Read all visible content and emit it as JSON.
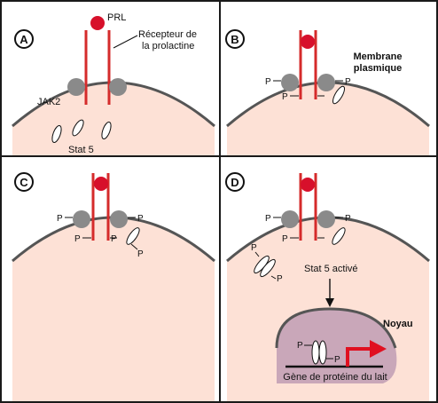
{
  "colors": {
    "cell": "#fde1d6",
    "membrane": "#555555",
    "receptor": "#d52b2b",
    "prl": "#d7102b",
    "jak2": "#8a8a8a",
    "nucleus": "#c9a7b9",
    "arrow": "#e01020",
    "frame": "#1a1a1a"
  },
  "labels": {
    "prl": "PRL",
    "receptor_line1": "Récepteur de",
    "receptor_line2": "la prolactine",
    "membrane_line1": "Membrane",
    "membrane_line2": "plasmique",
    "jak2": "JAK2",
    "stat5": "Stat 5",
    "stat5_active": "Stat 5 activé",
    "nucleus": "Noyau",
    "gene": "Gène de protéine du lait",
    "phospho": "P"
  },
  "panels": [
    {
      "id": "A"
    },
    {
      "id": "B"
    },
    {
      "id": "C"
    },
    {
      "id": "D"
    }
  ]
}
